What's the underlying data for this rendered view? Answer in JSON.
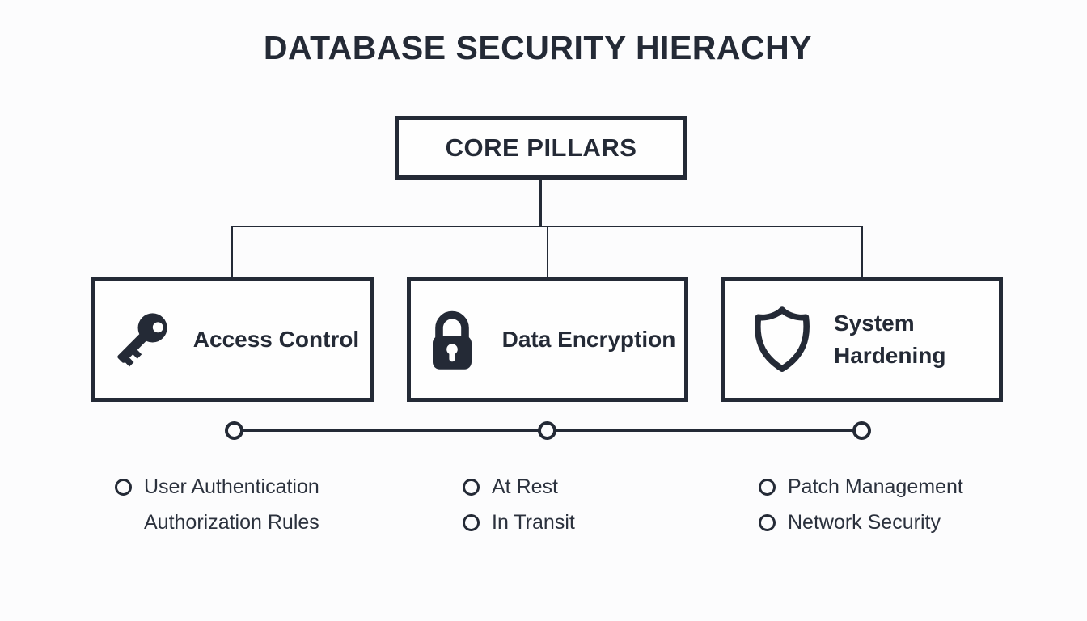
{
  "colors": {
    "ink": "#242a36",
    "background": "#fcfcfd",
    "box_background": "#fefefe"
  },
  "title": "DATABASE SECURITY HIERACHY",
  "root_node": {
    "label": "CORE PILLARS"
  },
  "pillars": [
    {
      "label": "Access Control",
      "icon": "key-icon",
      "items": [
        {
          "text": "User Authentication",
          "bullet": true
        },
        {
          "text": "Authorization Rules",
          "bullet": false
        }
      ]
    },
    {
      "label": "Data Encryption",
      "icon": "lock-icon",
      "items": [
        {
          "text": "At Rest",
          "bullet": true
        },
        {
          "text": "In Transit",
          "bullet": true
        }
      ]
    },
    {
      "label": "System Hardening",
      "icon": "shield-icon",
      "items": [
        {
          "text": "Patch Management",
          "bullet": true
        },
        {
          "text": "Network Security",
          "bullet": true
        }
      ]
    }
  ]
}
